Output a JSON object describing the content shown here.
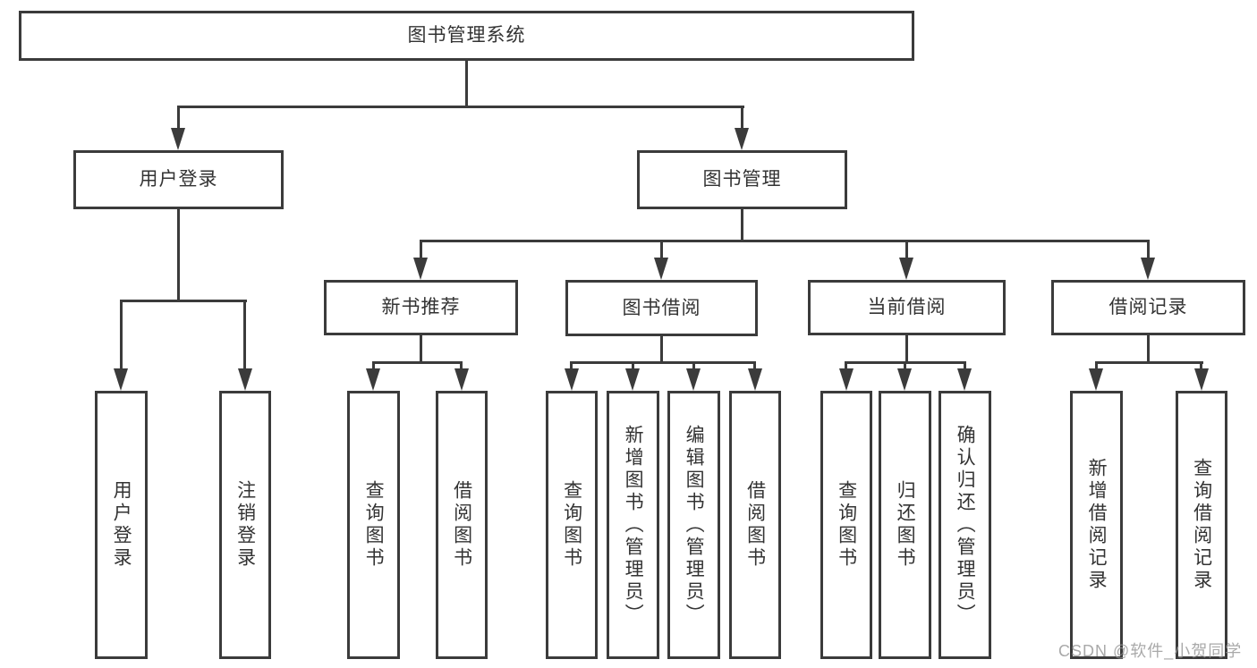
{
  "nodes": {
    "root": "图书管理系统",
    "l2": [
      "用户登录",
      "图书管理"
    ],
    "l3": [
      "新书推荐",
      "图书借阅",
      "当前借阅",
      "借阅记录"
    ],
    "leaves": [
      "用户登录",
      "注销登录",
      "查询图书",
      "借阅图书",
      "查询图书",
      "新增图书（管理员）",
      "编辑图书（管理员）",
      "借阅图书",
      "查询图书",
      "归还图书",
      "确认归还（管理员）",
      "新增借阅记录",
      "查询借阅记录"
    ]
  },
  "watermark": "CSDN @软件_小贺同学",
  "colors": {
    "line": "#3b3b3b",
    "box_border": "#3b3b3b",
    "text": "#333333",
    "background": "#ffffff",
    "watermark": "#969696"
  }
}
